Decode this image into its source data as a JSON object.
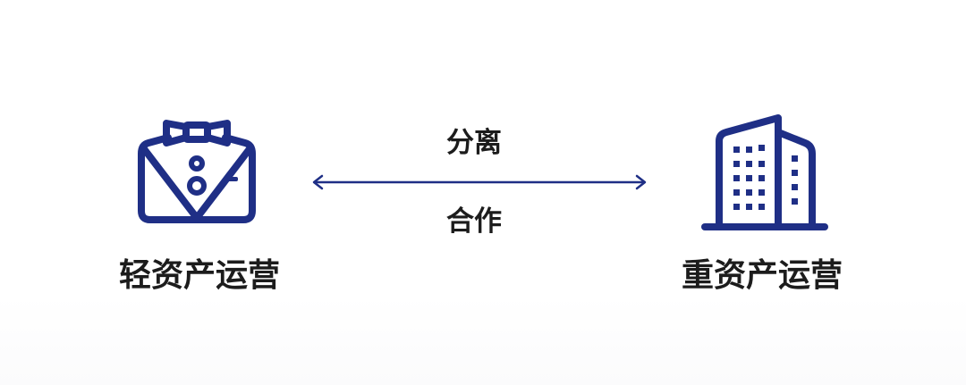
{
  "colors": {
    "icon": "#1f2f86",
    "arrow": "#1f2f86",
    "text": "#1c1c1c"
  },
  "left": {
    "icon": "tuxedo-icon",
    "label": "轻资产运营"
  },
  "right": {
    "icon": "office-building-icon",
    "label": "重资产运营"
  },
  "relation": {
    "arrow": "double-headed-arrow",
    "top_label": "分离",
    "bottom_label": "合作"
  }
}
